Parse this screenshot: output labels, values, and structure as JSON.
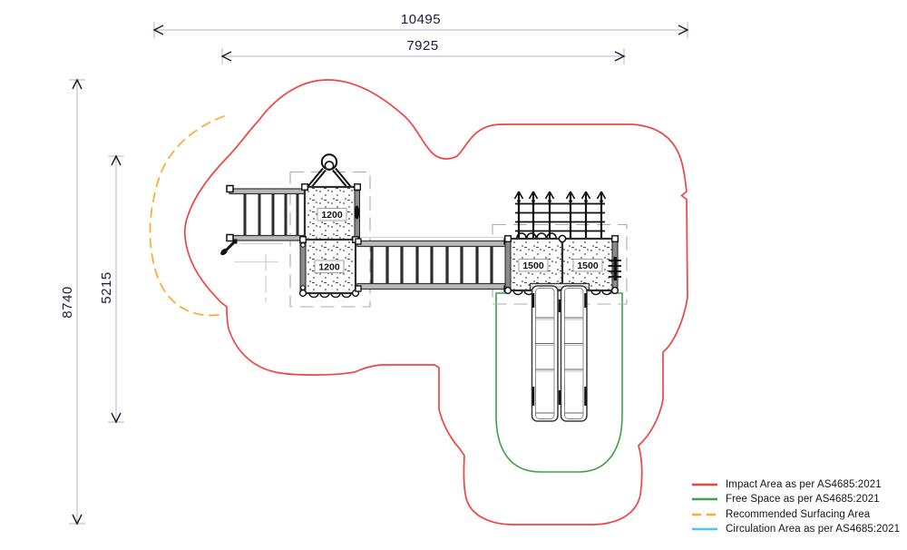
{
  "dimensions": {
    "overall_width": "10495",
    "inner_width": "7925",
    "overall_depth": "8740",
    "inner_depth": "5215"
  },
  "platforms": {
    "left_top": "1200",
    "left_bottom": "1200",
    "right_left": "1500",
    "right_right": "1500"
  },
  "legend": {
    "items": [
      {
        "label": "Impact Area as per AS4685:2021",
        "color": "#ee4444",
        "line_style": "solid"
      },
      {
        "label": "Free Space as per AS4685:2021",
        "color": "#3fa04a",
        "line_style": "solid"
      },
      {
        "label": "Recommended Surfacing Area",
        "color": "#ffa733",
        "line_style": "dashed"
      },
      {
        "label": "Circulation Area as per AS4685:2021",
        "color": "#55c0f2",
        "line_style": "solid"
      }
    ]
  },
  "colors": {
    "impact_area": "#ee4444",
    "free_space": "#3fa04a",
    "surfacing_area": "#ffa733",
    "circulation_area": "#55c0f2",
    "dimension_line": "#c2c2ca",
    "dimension_text": "#1c1c38",
    "structure_dark": "#2f2f2f",
    "structure_gray": "#b9b9b9",
    "guide_gray": "#ababab"
  }
}
